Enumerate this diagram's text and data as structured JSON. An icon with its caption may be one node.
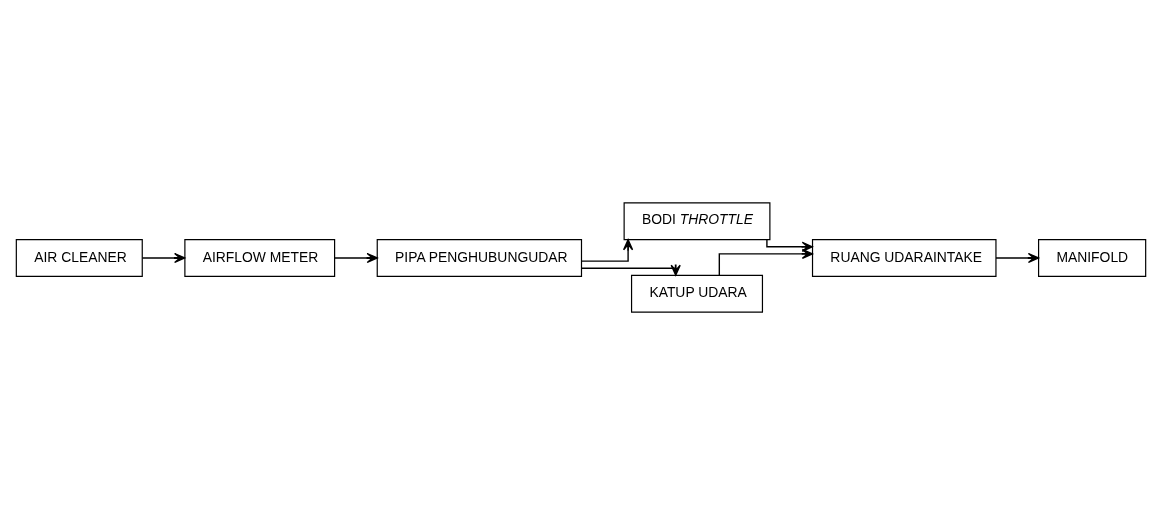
{
  "diagram": {
    "nodes": [
      {
        "text": [
          "AIR CLEANER"
        ]
      },
      {
        "text": [
          "AIRFLOW METER"
        ]
      },
      {
        "text": [
          "PIPA PENGHUBUNGUDAR"
        ]
      },
      {
        "text": [
          "BODI *THROTTLE*"
        ]
      },
      {
        "text": [
          "KATUP UDARA"
        ]
      },
      {
        "text": [
          "RUANG UDARAINTAKE"
        ]
      },
      {
        "text": [
          "MANIFOLD"
        ]
      }
    ],
    "edges": [
      {
        "from": 0,
        "to": 1,
        "arrow": "to"
      },
      {
        "from": 1,
        "to": 2,
        "arrow": "to"
      },
      {
        "from": 2,
        "to": 3,
        "arrow": "to"
      },
      {
        "from": 3,
        "to": 5,
        "arrow": "to"
      },
      {
        "from": 5,
        "to": 6,
        "arrow": "to"
      },
      {
        "from": 2,
        "to": 4,
        "arrow": "to"
      },
      {
        "from": 4,
        "to": 5,
        "arrow": "to"
      }
    ]
  }
}
